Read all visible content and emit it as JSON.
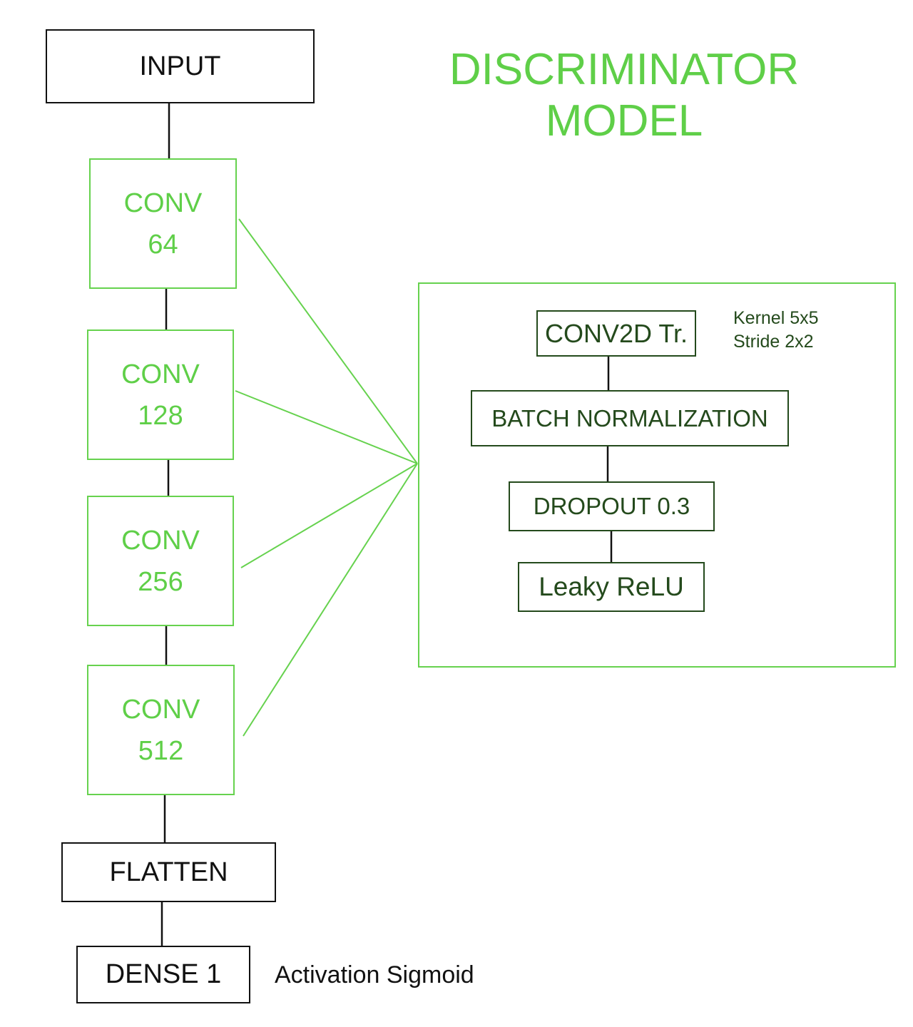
{
  "title": {
    "line1": "DISCRIMINATOR",
    "line2": "MODEL"
  },
  "main_chain": {
    "input": "INPUT",
    "conv_blocks": [
      {
        "label": "CONV",
        "filters": "64"
      },
      {
        "label": "CONV",
        "filters": "128"
      },
      {
        "label": "CONV",
        "filters": "256"
      },
      {
        "label": "CONV",
        "filters": "512"
      }
    ],
    "flatten": "FLATTEN",
    "dense": "DENSE 1",
    "dense_note": "Activation Sigmoid"
  },
  "detail_block": {
    "conv2d": "CONV2D Tr.",
    "kernel": "Kernel 5x5",
    "stride": "Stride 2x2",
    "batch_norm": "BATCH NORMALIZATION",
    "dropout": "DROPOUT 0.3",
    "activation": "Leaky ReLU"
  },
  "colors": {
    "accent_green": "#5fcf48",
    "dark_green": "#244a1c",
    "line_black": "#111111"
  }
}
